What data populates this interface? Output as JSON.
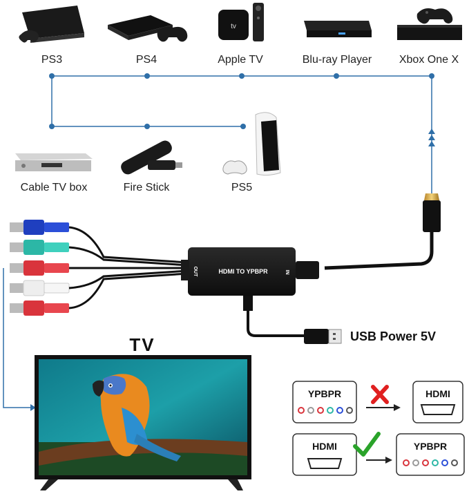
{
  "devices": {
    "ps3": "PS3",
    "ps4": "PS4",
    "apple_tv": "Apple TV",
    "bluray": "Blu-ray Player",
    "xbox": "Xbox One X",
    "cable_box": "Cable TV box",
    "fire_stick": "Fire Stick",
    "ps5": "PS5"
  },
  "converter": {
    "label": "HDMI TO YPBPR",
    "out_port": "OUT",
    "in_port": "IN"
  },
  "power": {
    "label": "USB Power 5V"
  },
  "tv": {
    "title": "TV"
  },
  "compat": {
    "row1_from": "YPBPR",
    "row1_to": "HDMI",
    "row1_status": "not-supported",
    "row2_from": "HDMI",
    "row2_to": "YPBPR",
    "row2_status": "supported"
  },
  "colors": {
    "line_blue": "#2f6fa8",
    "cross_red": "#e02020",
    "check_green": "#2aa32a"
  }
}
